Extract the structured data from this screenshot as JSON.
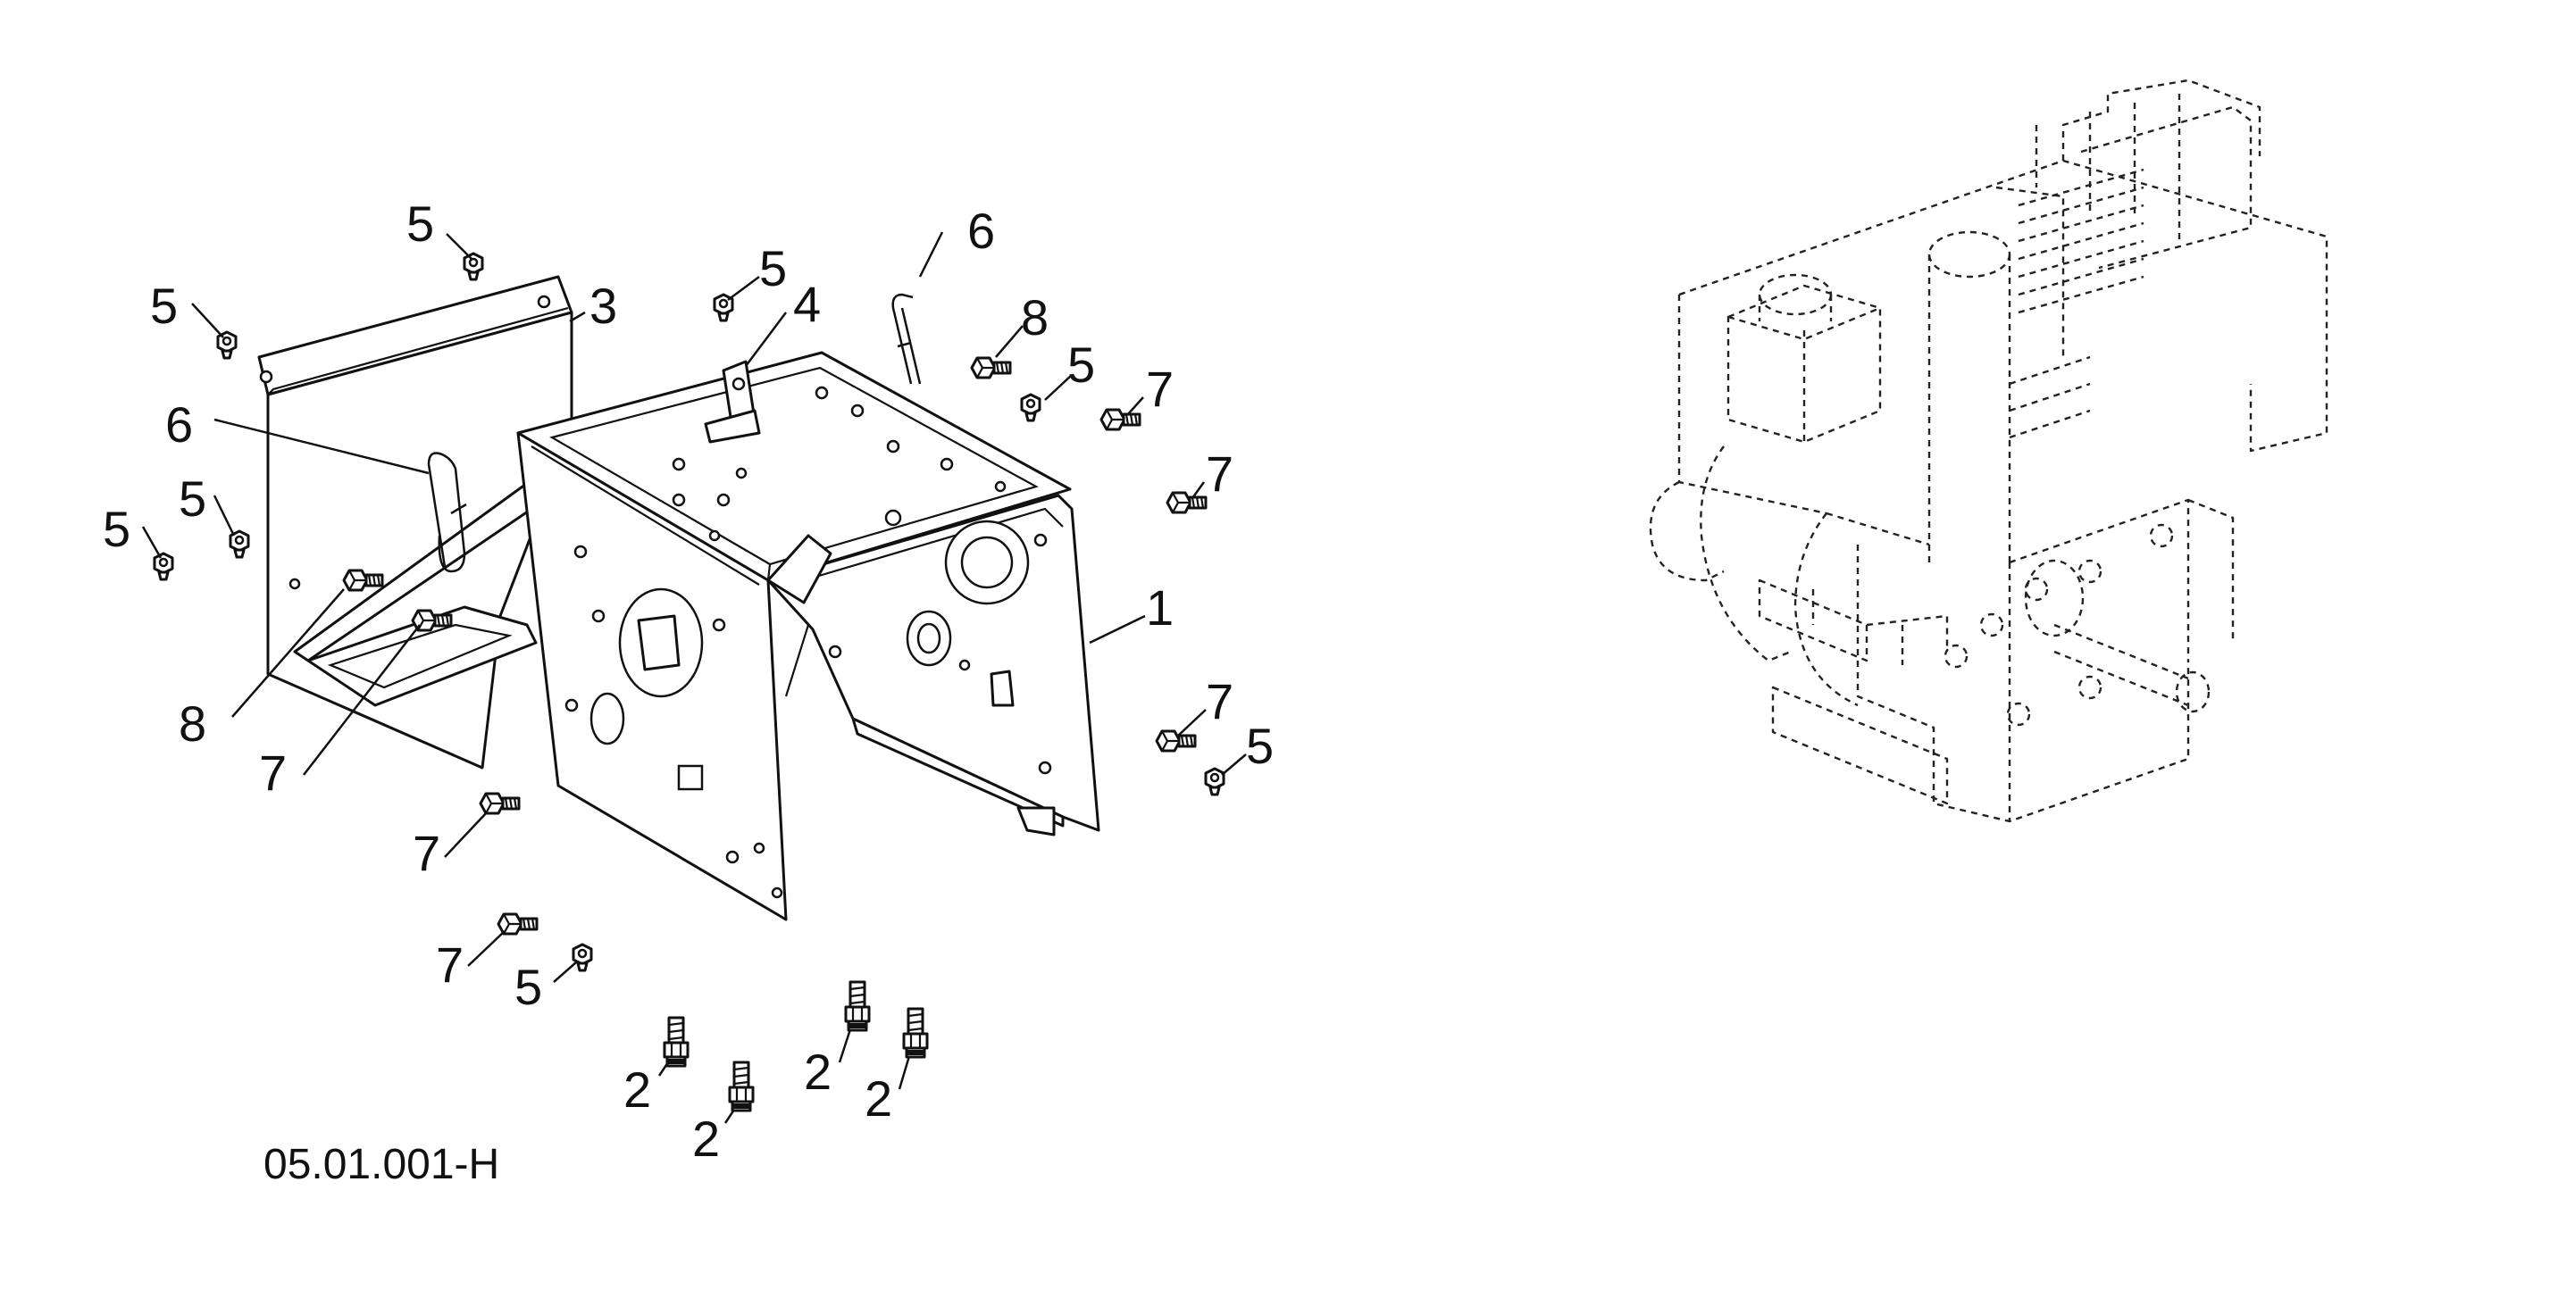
{
  "diagram": {
    "drawing_code": "05.01.001-H",
    "callouts": [
      {
        "id": "c-5a",
        "label": "5"
      },
      {
        "id": "c-5b",
        "label": "5"
      },
      {
        "id": "c-3",
        "label": "3"
      },
      {
        "id": "c-6a",
        "label": "6"
      },
      {
        "id": "c-5c",
        "label": "5"
      },
      {
        "id": "c-5d",
        "label": "5"
      },
      {
        "id": "c-5e",
        "label": "5"
      },
      {
        "id": "c-4",
        "label": "4"
      },
      {
        "id": "c-6b",
        "label": "6"
      },
      {
        "id": "c-8a",
        "label": "8"
      },
      {
        "id": "c-5f",
        "label": "5"
      },
      {
        "id": "c-7a",
        "label": "7"
      },
      {
        "id": "c-7b",
        "label": "7"
      },
      {
        "id": "c-1",
        "label": "1"
      },
      {
        "id": "c-8b",
        "label": "8"
      },
      {
        "id": "c-7c",
        "label": "7"
      },
      {
        "id": "c-7d",
        "label": "7"
      },
      {
        "id": "c-5g",
        "label": "5"
      },
      {
        "id": "c-7e",
        "label": "7"
      },
      {
        "id": "c-7f",
        "label": "7"
      },
      {
        "id": "c-5h",
        "label": "5"
      },
      {
        "id": "c-2a",
        "label": "2"
      },
      {
        "id": "c-2b",
        "label": "2"
      },
      {
        "id": "c-2c",
        "label": "2"
      },
      {
        "id": "c-2d",
        "label": "2"
      }
    ]
  }
}
